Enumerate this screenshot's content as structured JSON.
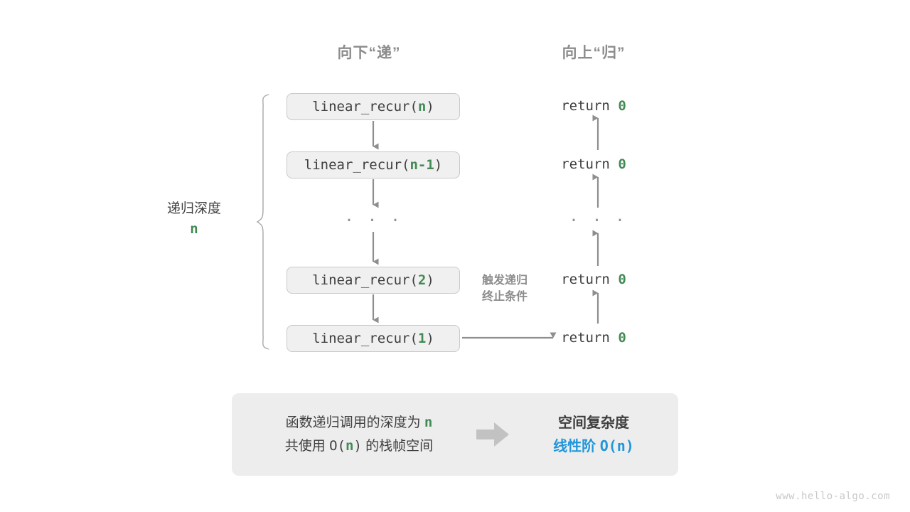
{
  "headers": {
    "down": "向下“递”",
    "up": "向上“归”"
  },
  "call_stack": [
    {
      "prefix": "linear_recur(",
      "arg": "n",
      "suffix": ")"
    },
    {
      "prefix": "linear_recur(",
      "arg": "n-1",
      "suffix": ")"
    },
    {
      "prefix": "linear_recur(",
      "arg": "2",
      "suffix": ")"
    },
    {
      "prefix": "linear_recur(",
      "arg": "1",
      "suffix": ")"
    }
  ],
  "returns": [
    {
      "keyword": "return",
      "value": "0"
    },
    {
      "keyword": "return",
      "value": "0"
    },
    {
      "keyword": "return",
      "value": "0"
    },
    {
      "keyword": "return",
      "value": "0"
    }
  ],
  "ellipsis": {
    "left": "· · ·",
    "right": "· · ·"
  },
  "depth": {
    "label": "递归深度",
    "variable": "n"
  },
  "trigger_note": {
    "line1": "触发递归",
    "line2": "终止条件"
  },
  "summary": {
    "left_line1_text": "函数递归调用的深度为",
    "left_line1_var": "n",
    "left_line2_prefix": "共使用",
    "left_line2_big_o": "O(",
    "left_line2_var": "n",
    "left_line2_close": ")",
    "left_line2_suffix": "的栈帧空间",
    "arrow_icon": "block-arrow-right-icon",
    "right_title": "空间复杂度",
    "right_value_label": "线性阶",
    "right_value_formula": "O(n)"
  },
  "watermark": "www.hello-algo.com",
  "colors": {
    "accent_green": "#438a54",
    "accent_blue": "#2196d9",
    "text_dark": "#3f3f3f",
    "text_muted": "#8c8c8c",
    "box_fill": "#f0f0f0",
    "box_border": "#c9c9c9",
    "panel_fill": "#ededed",
    "arrow_gray": "#8e8e8e"
  }
}
